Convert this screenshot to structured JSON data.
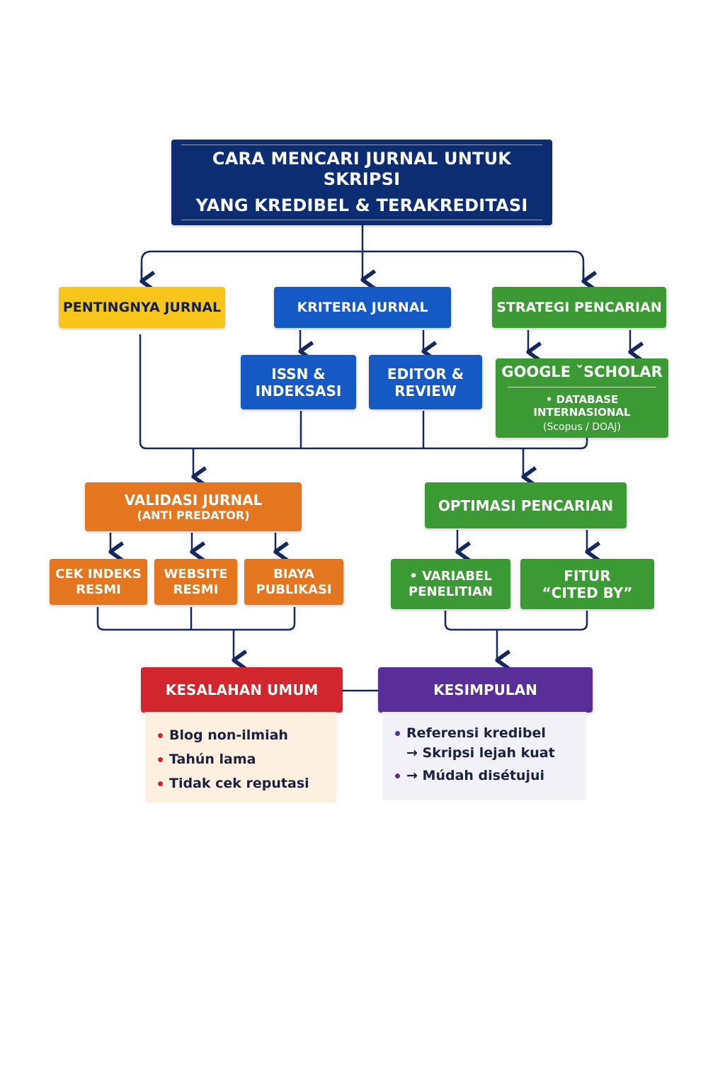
{
  "title": {
    "line1": "CARA MENCARI JURNAL UNTUK SKRIPSI",
    "line2": "YANG KREDIBEL & TERAKREDITASI"
  },
  "level1": {
    "pentingnya": "PENTINGNYA JURNAL",
    "kriteria": "KRITERIA JURNAL",
    "strategi": "STRATEGI PENCARIAN"
  },
  "kriteria_items": {
    "issn": [
      "ISSN &",
      "INDEKSASI"
    ],
    "editor": [
      "EDITOR &",
      "REVIEW"
    ]
  },
  "strategi_items": {
    "google_scholar": "GOOGLE ˇSCHOLAR",
    "database": "• DATABASE INTERNASIONAL",
    "database_sub": "(Scopus / DOAJ)"
  },
  "validasi": {
    "title": "VALIDASI JURNAL",
    "subtitle": "(ANTI PREDATOR)",
    "items": [
      [
        "CEK INDEKS",
        "RESMI"
      ],
      [
        "WEBSITE",
        "RESMI"
      ],
      [
        "BIAYA",
        "PUBLIKASI"
      ]
    ]
  },
  "optimasi": {
    "title": "OPTIMASI PENCARIAN",
    "items": [
      [
        "• VARIABEL",
        "PENELITIAN"
      ],
      [
        "FITUR",
        "“CITED BY”"
      ]
    ]
  },
  "kesalahan": {
    "title": "KESALAHAN UMUM",
    "items": [
      "Blog non-ilmiah",
      "Tahún lama",
      "Tidak cek reputasi"
    ]
  },
  "kesimpulan": {
    "title": "KESIMPULAN",
    "items": [
      "Referensi kredibel",
      "→ Skripsi lejah kuat",
      "→ Múdah disétujui"
    ]
  },
  "colors": {
    "navy": "#0d2d72",
    "yellow": "#f8c51a",
    "blue": "#1459c4",
    "green": "#3c9a35",
    "orange": "#e4761f",
    "red": "#d1262e",
    "purple": "#5a2e98",
    "connector": "#13285e"
  }
}
